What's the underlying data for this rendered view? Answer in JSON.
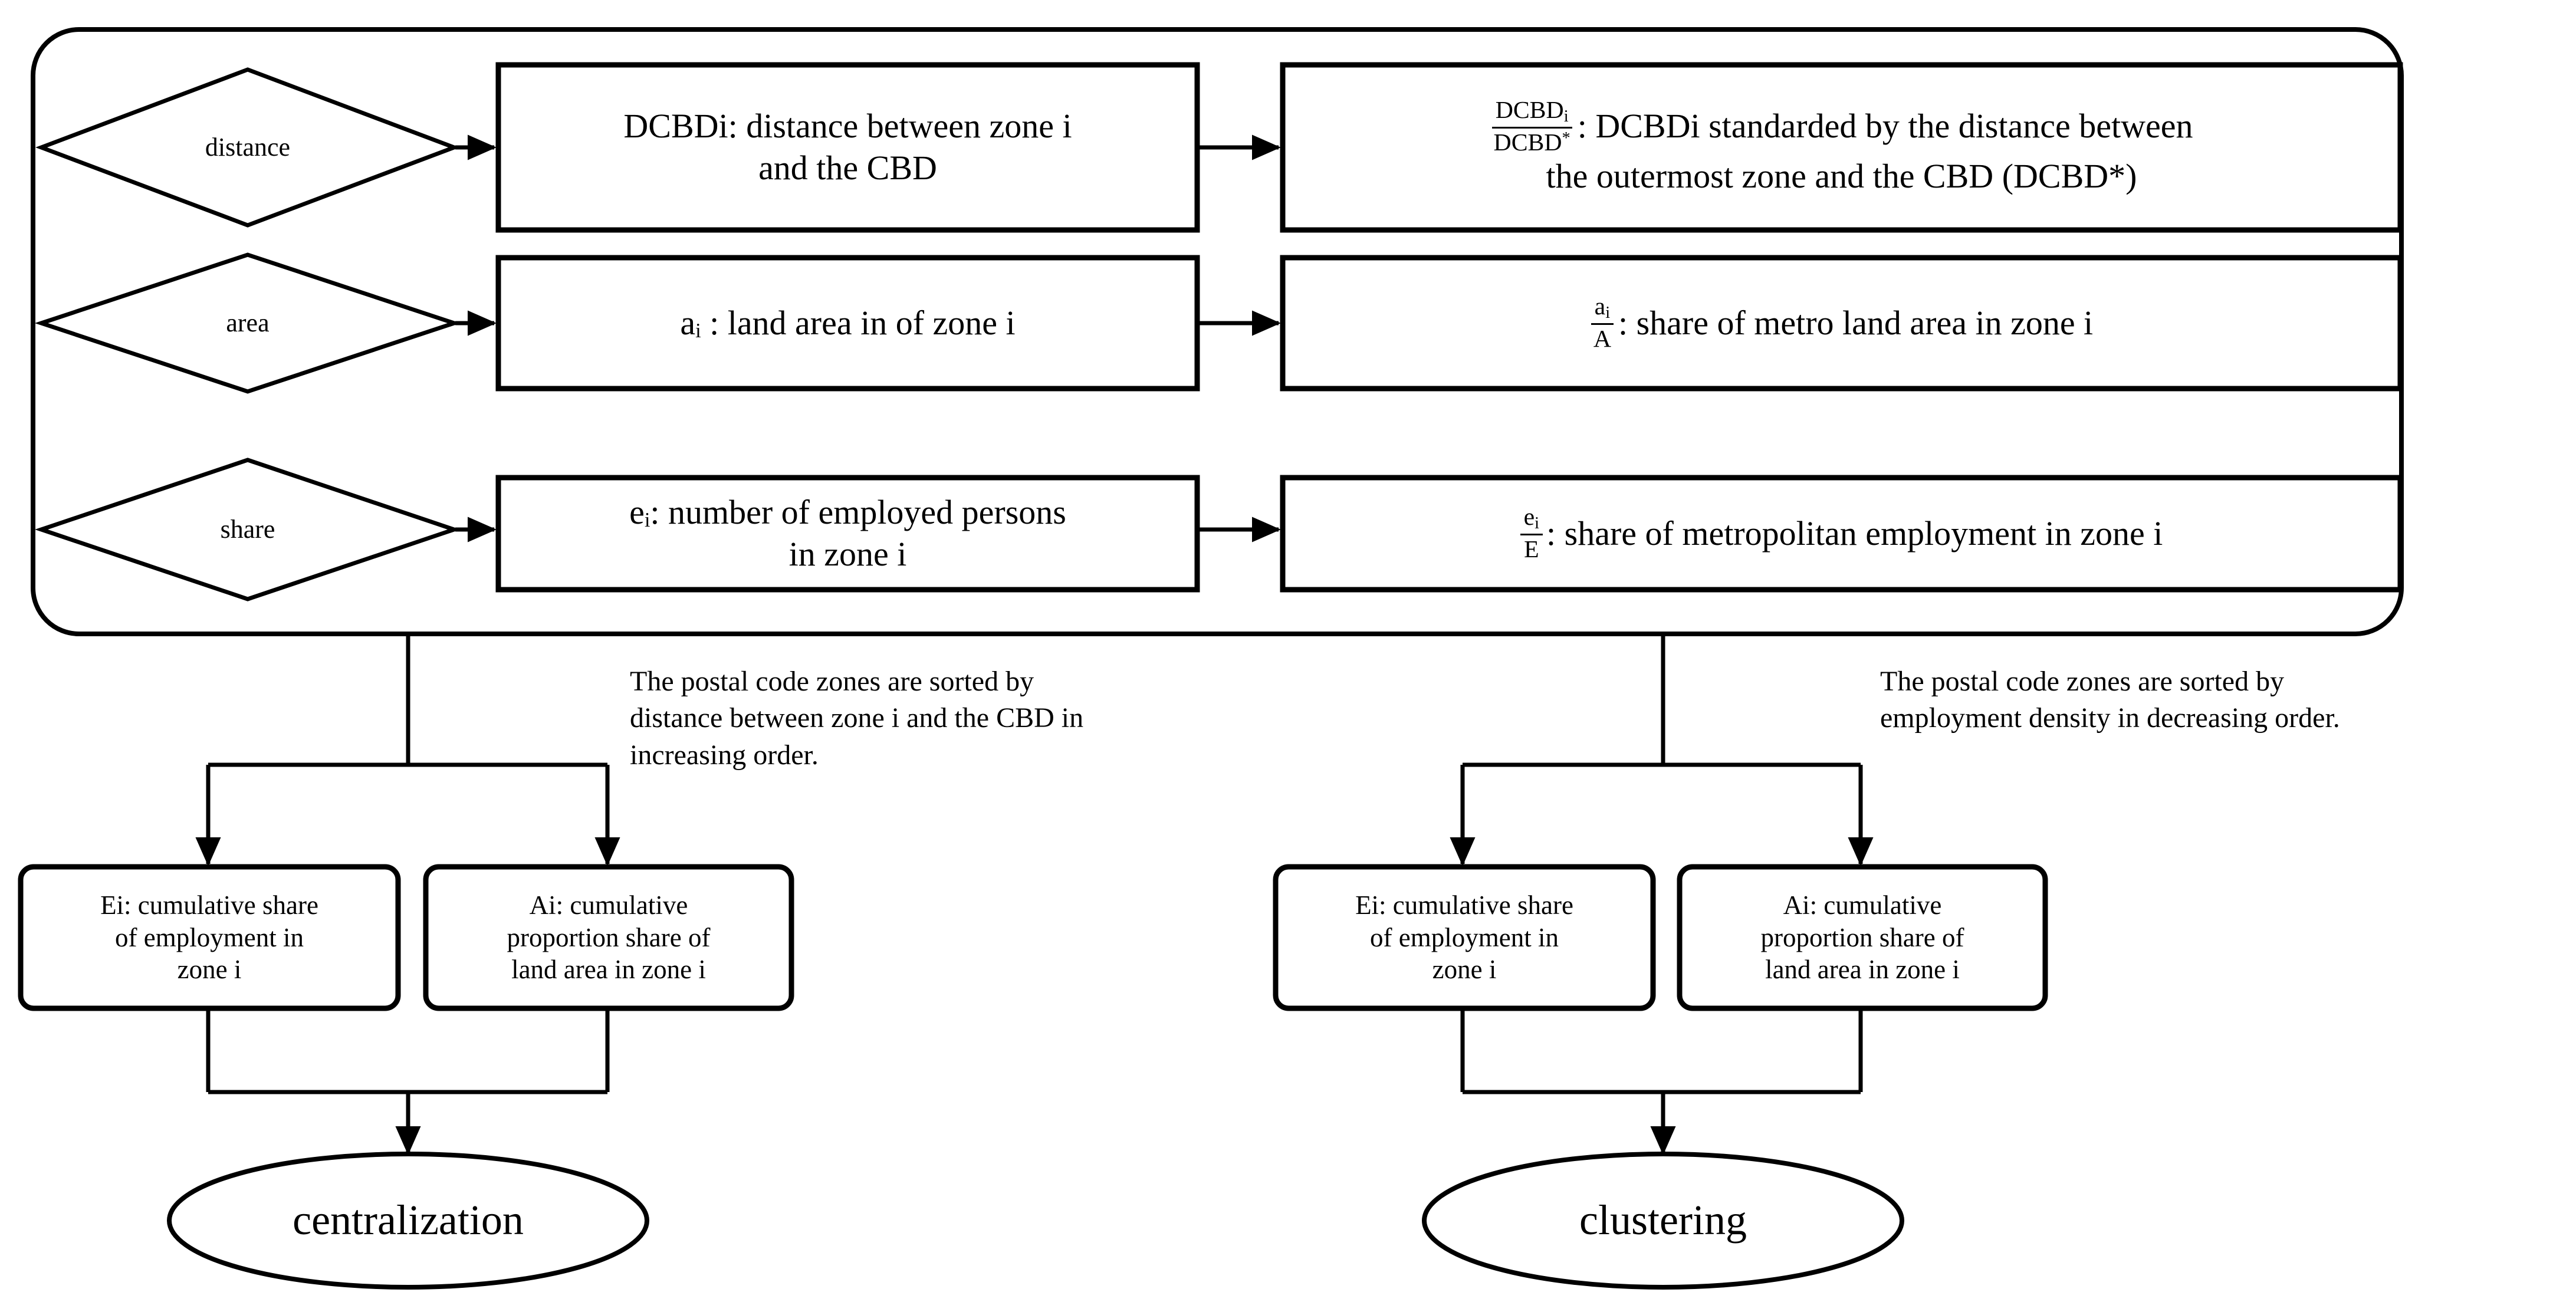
{
  "diagram": {
    "title": "Employment centralization and clustering measurement flowchart",
    "group_container_label": "input-measures-group",
    "rows": [
      {
        "diamond": "distance",
        "raw_box": "DCBDi: distance between zone i\nand the CBD",
        "norm_box": {
          "fraction_num": "DCBD",
          "fraction_num_sub": "i",
          "fraction_den": "DCBD",
          "fraction_den_sup": "*",
          "text_line1": ": DCBDi standarded by the distance between",
          "text_line2": "the outermost zone and the CBD (DCBD*)"
        }
      },
      {
        "diamond": "area",
        "raw_box": "aᵢ : land area in of zone i",
        "norm_box": {
          "fraction_num": "a",
          "fraction_num_sub": "i",
          "fraction_den": "A",
          "fraction_den_sup": "",
          "text_line1": ": share of metro land area in zone i",
          "text_line2": ""
        }
      },
      {
        "diamond": "share",
        "raw_box": "eᵢ: number of employed persons\nin zone i",
        "norm_box": {
          "fraction_num": "e",
          "fraction_num_sub": "i",
          "fraction_den": "E",
          "fraction_den_sup": "",
          "text_line1": ": share of metropolitan employment in zone i",
          "text_line2": ""
        }
      }
    ],
    "branches": [
      {
        "id": "centralization",
        "note": "The postal code zones are sorted by\ndistance between zone i and the CBD in\nincreasing order.",
        "boxes": [
          "Ei: cumulative share\nof employment in\nzone i",
          "Ai: cumulative\nproportion share of\nland area in zone i"
        ],
        "outcome": "centralization"
      },
      {
        "id": "clustering",
        "note": "The postal code zones are sorted by\nemployment density in decreasing order.",
        "boxes": [
          "Ei: cumulative share\nof employment in\nzone i",
          "Ai: cumulative\nproportion share of\nland area in zone i"
        ],
        "outcome": "clustering"
      }
    ],
    "colors": {
      "stroke": "#000000",
      "background": "#ffffff",
      "text": "#000000"
    }
  }
}
